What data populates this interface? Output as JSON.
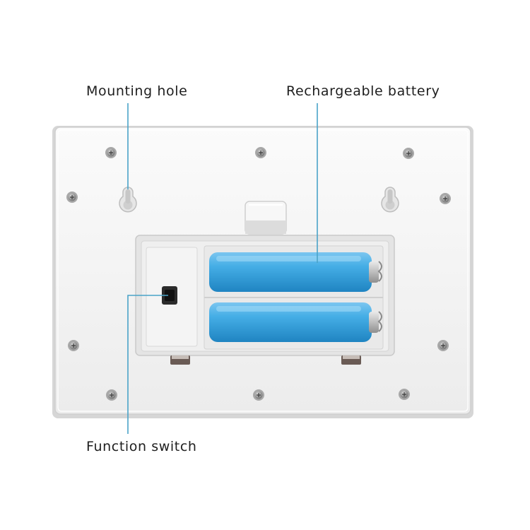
{
  "labels": {
    "mounting_hole": "Mounting hole",
    "rechargeable_battery": "Rechargeable battery",
    "function_switch": "Function switch"
  },
  "colors": {
    "leader_line": "#4aa3c8",
    "battery": "#3fa3dc",
    "panel": "#f3f3f3"
  }
}
